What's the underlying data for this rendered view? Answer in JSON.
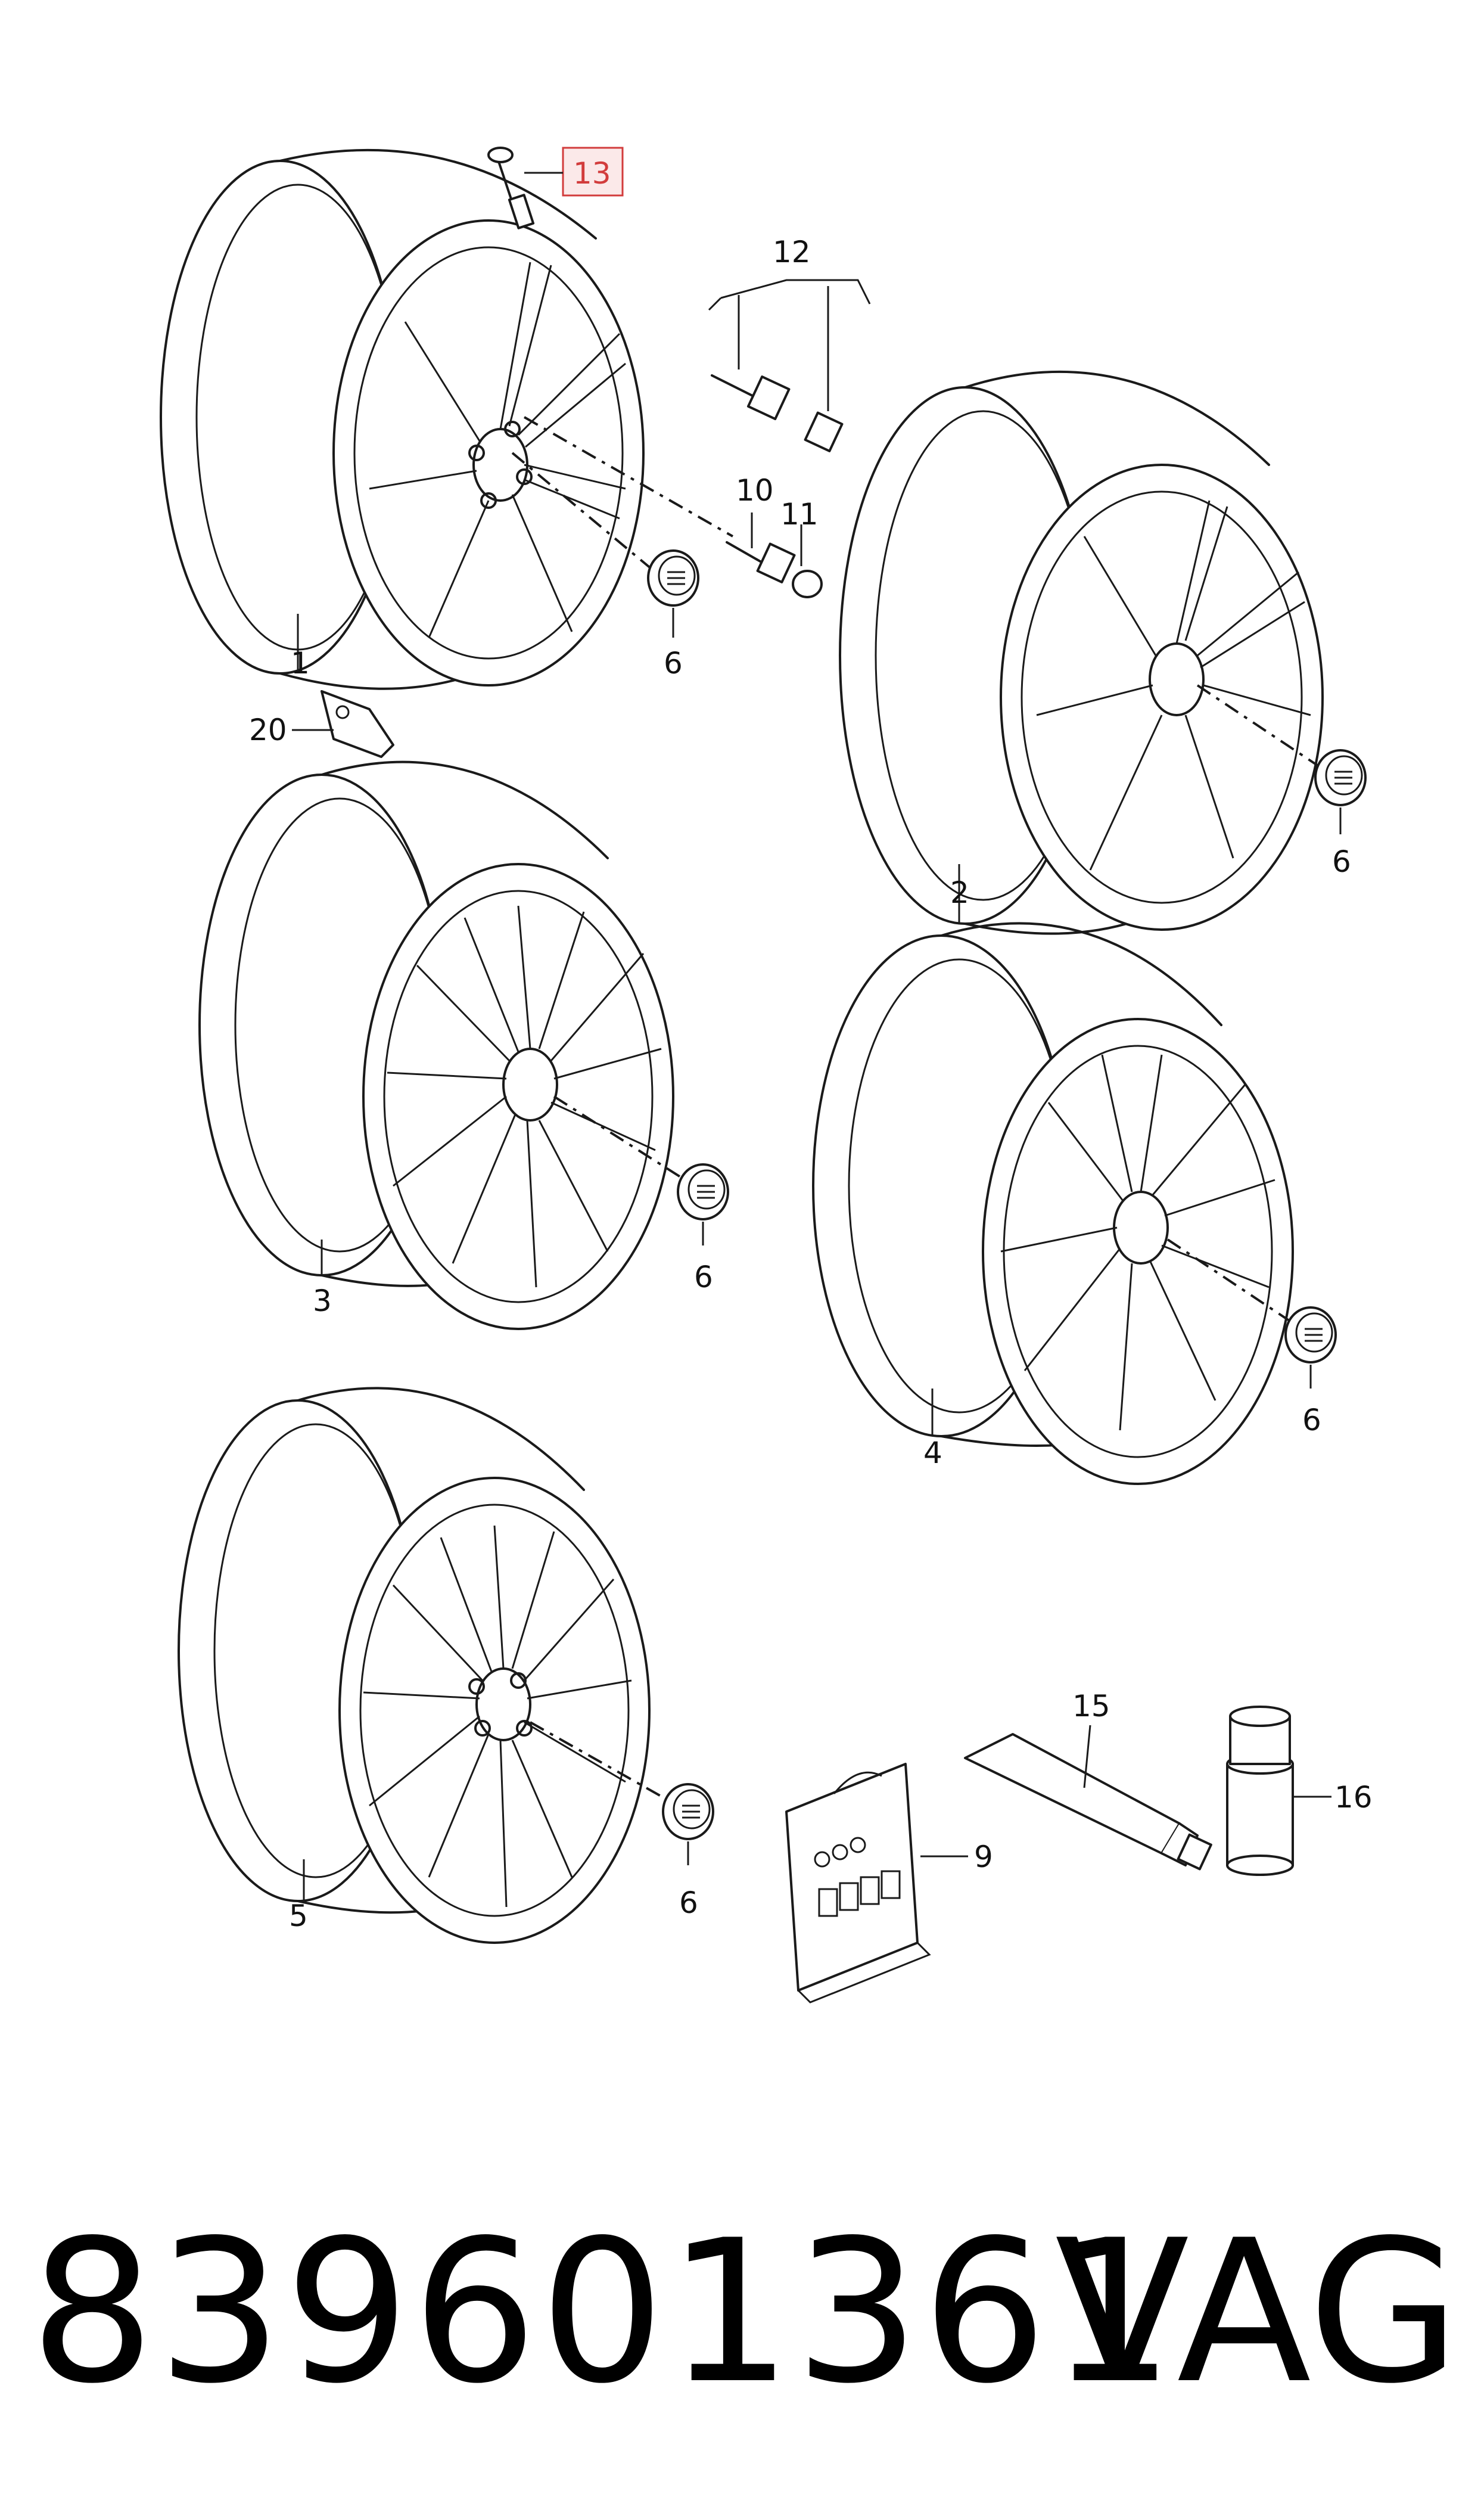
{
  "callouts": {
    "c1": "1",
    "c2": "2",
    "c3": "3",
    "c4": "4",
    "c5": "5",
    "c6a": "6",
    "c6b": "6",
    "c6c": "6",
    "c6d": "6",
    "c6e": "6",
    "c9": "9",
    "c10": "10",
    "c11": "11",
    "c12": "12",
    "c13": "13",
    "c15": "15",
    "c16": "16",
    "c20": "20"
  },
  "highlighted_callout": "13",
  "highlight_color": "#d23c3c",
  "footer": {
    "part_number": "839601361",
    "brand": "VAG"
  }
}
